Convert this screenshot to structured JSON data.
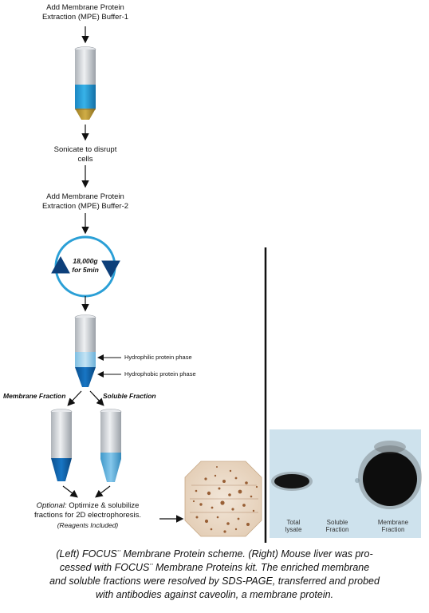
{
  "steps": {
    "step1": "Add Membrane Protein\nExtraction (MPE) Buffer-1",
    "step2": "Sonicate to disrupt\ncells",
    "step3": "Add Membrane Protein\nExtraction (MPE) Buffer-2",
    "centrifuge_line1": "18,000g",
    "centrifuge_line2": "for 5min"
  },
  "phases": {
    "hydrophilic": "Hydrophilic protein phase",
    "hydrophobic": "Hydrophobic protein phase"
  },
  "fractions": {
    "membrane": "Membrane Fraction",
    "soluble": "Soluble Fraction"
  },
  "optional": {
    "prefix": "Optional:",
    "line1": " Optimize & solubilize",
    "line2": "fractions for 2D electrophoresis.",
    "line3": "(Reagents Included)"
  },
  "blot": {
    "lanes": [
      "Total\nlysate",
      "Soluble\nFraction",
      "Membrane\nFraction"
    ]
  },
  "caption": "(Left) FOCUS¨ Membrane Protein scheme. (Right) Mouse liver was processed with FOCUS¨ Membrane Proteins kit. The enriched membrane and soluble fractions were resolved by SDS-PAGE, transferred and probed with antibodies against caveolin, a membrane protein.",
  "caption_lines": [
    "(Left) FOCUS¨ Membrane Protein scheme. (Right) Mouse liver was pro-",
    "cessed with FOCUS¨ Membrane Proteins kit.  The enriched membrane",
    "and soluble fractions were resolved by SDS-PAGE, transferred and probed",
    "with antibodies against caveolin, a membrane protein."
  ],
  "colors": {
    "tube_gray": "#cfd3d8",
    "blue_band": "#2a9fd6",
    "gold_tip": "#b8962e",
    "light_blue": "#9fd0ec",
    "dark_blue": "#0d5fa8",
    "soluble_blue": "#5ab1de",
    "blot_bg": "#c9dfec",
    "band": "#111111"
  }
}
